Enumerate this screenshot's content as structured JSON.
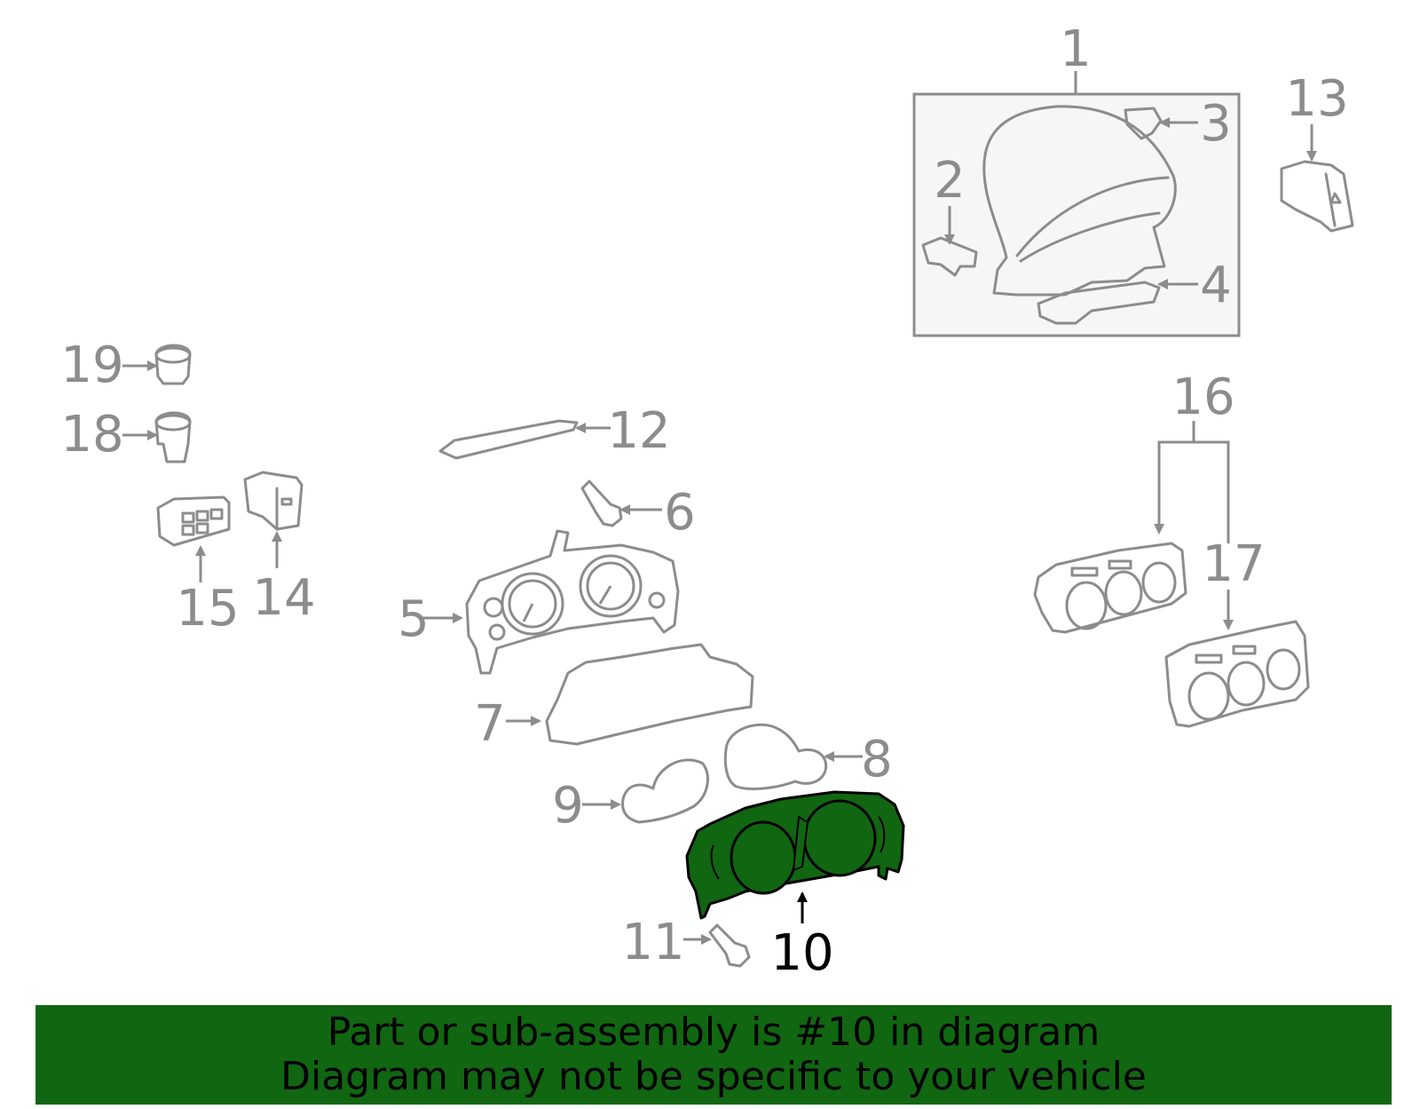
{
  "colors": {
    "background": "#ffffff",
    "line_gray": "#8c8c8c",
    "highlight_green": "#116611",
    "banner_green": "#116611",
    "highlight_text": "#000000"
  },
  "highlighted_part": "10",
  "callouts": [
    {
      "id": "1",
      "label": "1"
    },
    {
      "id": "2",
      "label": "2"
    },
    {
      "id": "3",
      "label": "3"
    },
    {
      "id": "4",
      "label": "4"
    },
    {
      "id": "5",
      "label": "5"
    },
    {
      "id": "6",
      "label": "6"
    },
    {
      "id": "7",
      "label": "7"
    },
    {
      "id": "8",
      "label": "8"
    },
    {
      "id": "9",
      "label": "9"
    },
    {
      "id": "10",
      "label": "10"
    },
    {
      "id": "11",
      "label": "11"
    },
    {
      "id": "12",
      "label": "12"
    },
    {
      "id": "13",
      "label": "13"
    },
    {
      "id": "14",
      "label": "14"
    },
    {
      "id": "15",
      "label": "15"
    },
    {
      "id": "16",
      "label": "16"
    },
    {
      "id": "17",
      "label": "17"
    },
    {
      "id": "18",
      "label": "18"
    },
    {
      "id": "19",
      "label": "19"
    }
  ],
  "banner": {
    "line1": "Part or sub-assembly is #10 in diagram",
    "line2": "Diagram may not be specific to your vehicle"
  }
}
